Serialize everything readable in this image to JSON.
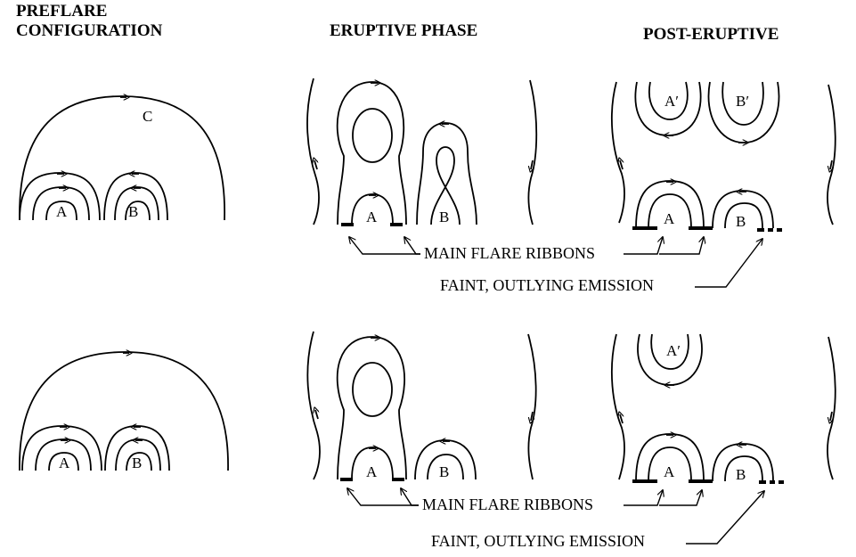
{
  "headings": {
    "preflare_line1": "PREFLARE",
    "preflare_line2": "CONFIGURATION",
    "eruptive": "ERUPTIVE PHASE",
    "post_eruptive": "POST-ERUPTIVE"
  },
  "top_row": {
    "loop_a": "A",
    "loop_b": "B",
    "loop_c": "C",
    "erupt_a": "A",
    "erupt_b": "B",
    "post_a_prime": "A′",
    "post_b_prime": "B′",
    "post_a": "A",
    "post_b": "B",
    "main_ribbons": "MAIN FLARE RIBBONS",
    "faint_emission": "FAINT, OUTLYING EMISSION"
  },
  "bottom_row": {
    "loop_a": "A",
    "loop_b": "B",
    "erupt_a": "A",
    "erupt_b": "B",
    "post_a_prime": "A′",
    "post_a": "A",
    "post_b": "B",
    "main_ribbons": "MAIN FLARE RIBBONS",
    "faint_emission": "FAINT, OUTLYING EMISSION"
  }
}
